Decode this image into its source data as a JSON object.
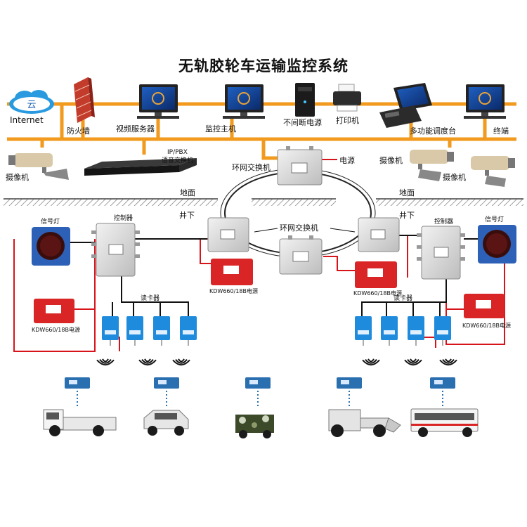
{
  "title": "无轨胶轮车运输监控系统",
  "colors": {
    "network_line": "#f29a1e",
    "power_line": "#d8141b",
    "ring_line": "#222222",
    "data_line": "#111111",
    "ground": "#555555",
    "power_box": "#d92525",
    "reader": "#1f8bdc",
    "tag": "#2a6fb0",
    "signal_lamp": "#2c61b7",
    "equipment": "#d2d2d2"
  },
  "surface": {
    "cloud_text": "云",
    "internet": "Internet",
    "firewall": "防火墙",
    "video_server": "视频服务器",
    "monitor_host": "监控主机",
    "ups": "不间断电源",
    "printer": "打印机",
    "dispatch_console": "多功能调度台",
    "terminal": "终端",
    "pbx": "IP/PBX",
    "voice_switch": "语音交换机",
    "ring_switch_top": "环网交换机",
    "power": "电源",
    "camera_left": "摄像机",
    "camera_right1": "摄像机",
    "camera_right2": "摄像机"
  },
  "ground": {
    "label_left": "地面",
    "label_right": "地面",
    "under_left": "井下",
    "under_right": "井下"
  },
  "underground": {
    "ring_switch": "环网交换机",
    "controller_left": "控制器",
    "controller_right": "控制器",
    "signal_left": "信号灯",
    "signal_right": "信号灯",
    "reader_left": "读卡器",
    "reader_right": "读卡器",
    "psu_left_ring": "KDW660/18B电源",
    "psu_right_ring": "KDW660/18B电源",
    "psu_left_side": "KDW660/18B电源",
    "psu_right_side": "KDW660/18B电源"
  },
  "vehicles": [
    {
      "name": "flatbed-truck"
    },
    {
      "name": "suv"
    },
    {
      "name": "camouflage-truck"
    },
    {
      "name": "loader"
    },
    {
      "name": "personnel-van"
    }
  ]
}
